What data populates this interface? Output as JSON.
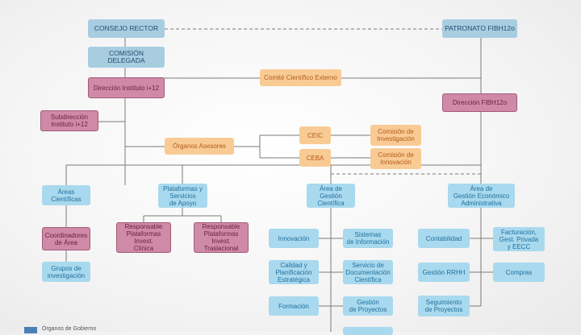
{
  "colors": {
    "governance": "#a8cde0",
    "direction": "#cf8aa8",
    "advisory": "#f9cb94",
    "operational": "#a9d9ee",
    "lines": "#777777"
  },
  "governance": {
    "consejo_rector": "CONSEJO RECTOR",
    "patronato": "PATRONATO FIBH12o",
    "comision_delegada": "COMISIÓN DELEGADA"
  },
  "direction": {
    "direccion_instituto": "Dirección Instituto i+12",
    "direccion_fibh": "Dirección FIBH12o",
    "subdireccion": "Subdirección\nInstituto i+12"
  },
  "advisory": {
    "comite_cientifico": "Comité Científico Externo",
    "organos_asesores": "Órganos Asesores",
    "ceic": "CEIC",
    "ceba": "CEBA",
    "comision_investigacion": "Comisión de\nInvestigación",
    "comision_innovacion": "Comisión de\nInnovación"
  },
  "areas": {
    "cientificas": "Áreas\nCientíficas",
    "plataformas": "Plataformas y\nServicios\nde Apoyo",
    "gestion_cientifica": "Área de\nGestión\nCientífica",
    "gestion_economica": "Área de\nGestión Económico\nAdministrativa"
  },
  "units": {
    "coordinadores": "Coordinadores\nde Área",
    "grupos": "Grupos de\ninvestigación",
    "resp_clinica": "Responsable\nPlataformas\nInvest.\nClínica",
    "resp_traslacional": "Responsable\nPlataformas\nInvest.\nTraslacional",
    "innovacion": "Innovación",
    "sistemas_info": "Sistemas\nde Información",
    "calidad": "Calidad y\nPlanificación\nEstratégica",
    "servicio_doc": "Servicio de\nDocumentación\nCientífica",
    "formacion": "Formación",
    "gestion_proyectos": "Gestión\nde Proyectos",
    "contabilidad": "Contabilidad",
    "facturacion": "Facturación,\nGest. Privada\ny EECC",
    "gestion_rrhh": "Gestión RRHH",
    "compras": "Compras",
    "seguimiento": "Seguimiento\nde Proyectos"
  },
  "legend": {
    "governance_label": "Órganos de Gobierno"
  }
}
